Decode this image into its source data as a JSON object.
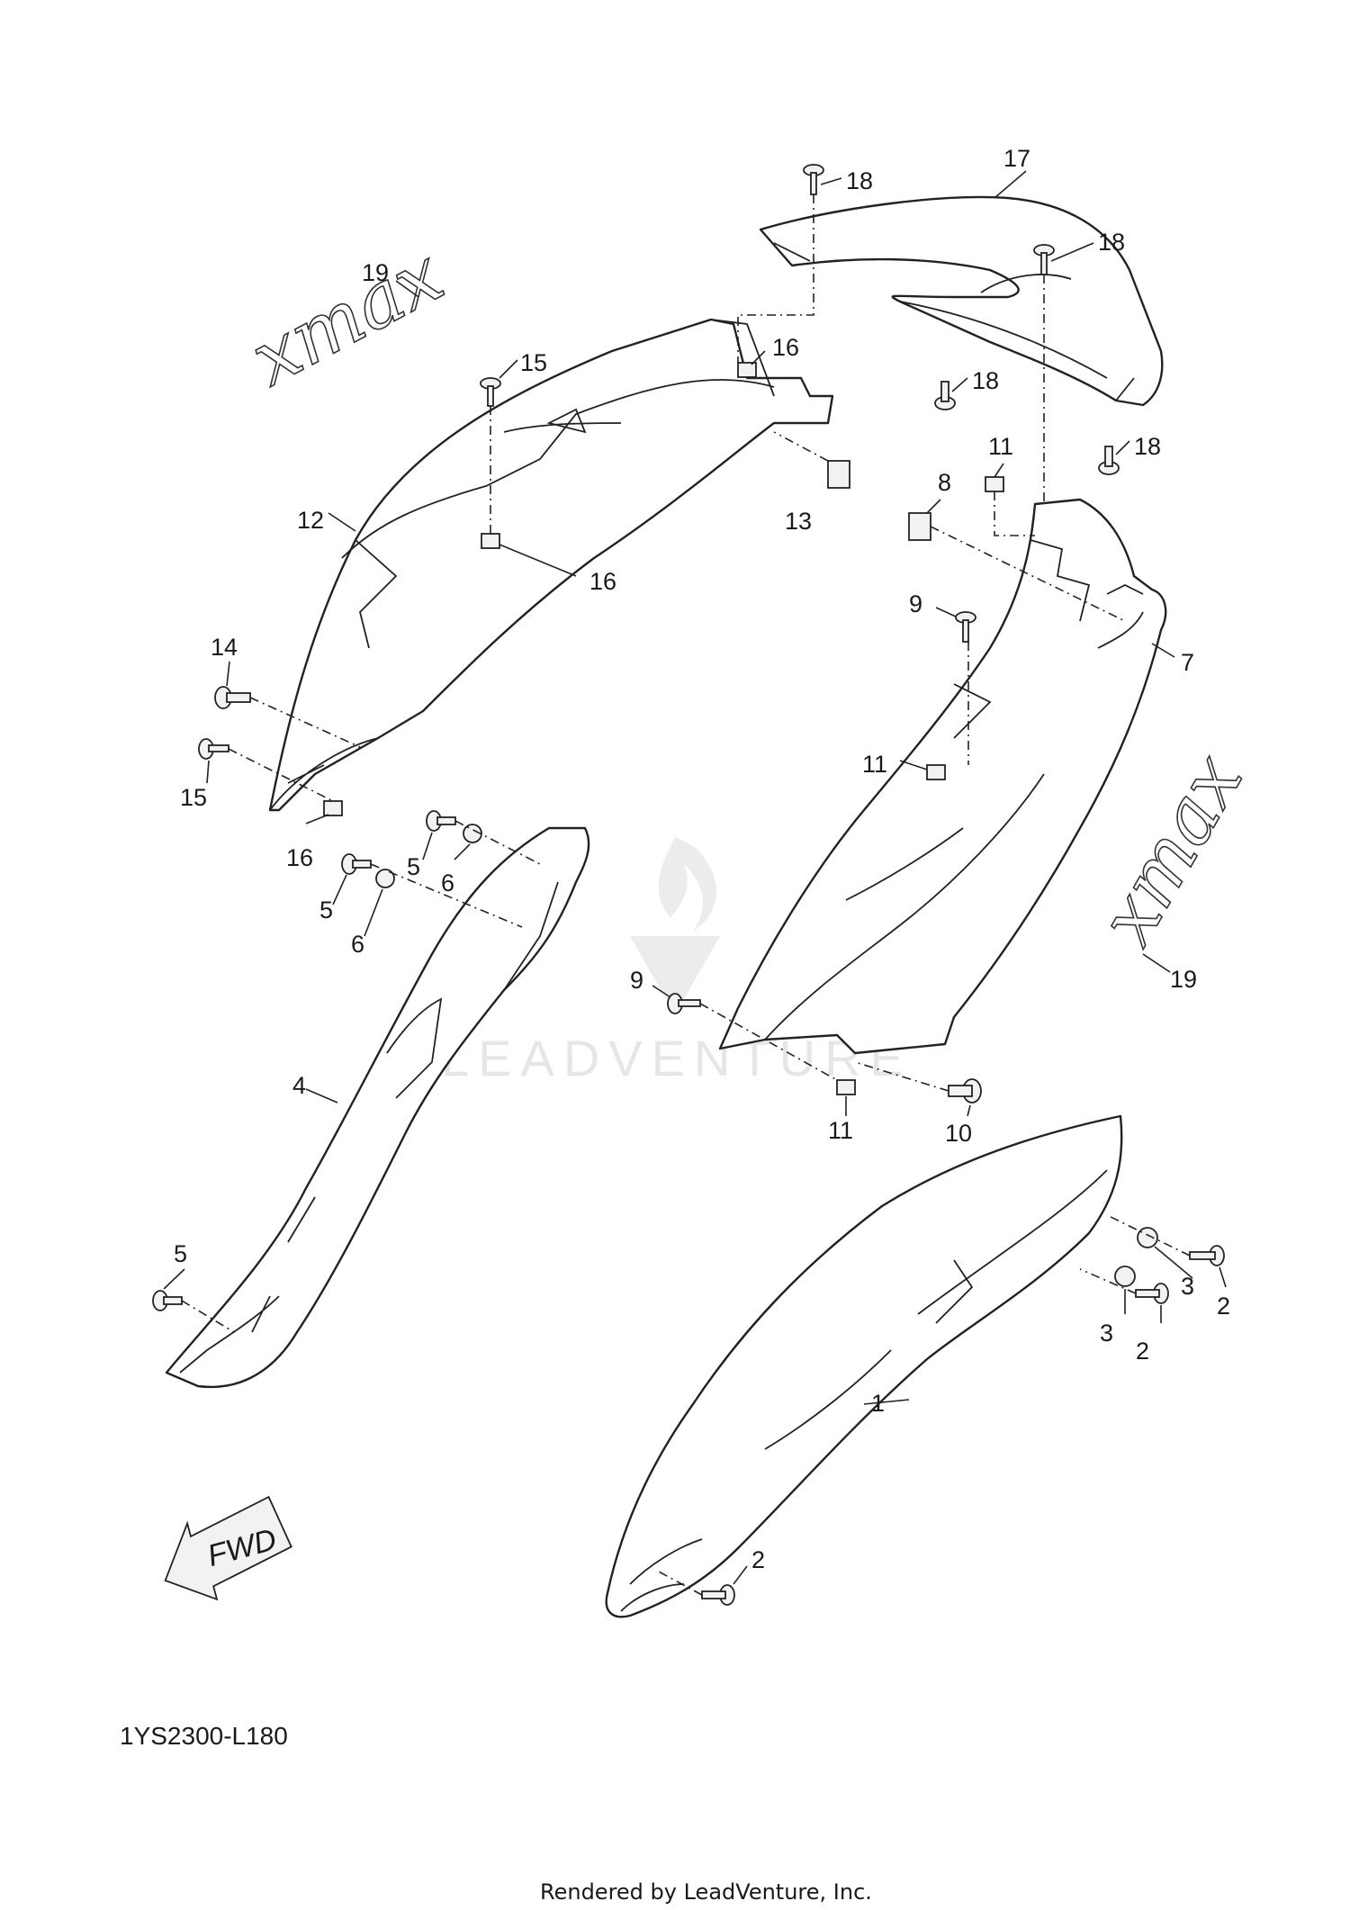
{
  "diagram_code": "1YS2300-L180",
  "credit": "Rendered by LeadVenture, Inc.",
  "watermark": "LEADVENTURE",
  "fwd_label": "FWD",
  "emblem_text": "xmax",
  "callouts": [
    {
      "id": "c17",
      "label": "17"
    },
    {
      "id": "c18a",
      "label": "18"
    },
    {
      "id": "c18b",
      "label": "18"
    },
    {
      "id": "c18c",
      "label": "18"
    },
    {
      "id": "c18d",
      "label": "18"
    },
    {
      "id": "c19a",
      "label": "19"
    },
    {
      "id": "c15a",
      "label": "15"
    },
    {
      "id": "c16a",
      "label": "16"
    },
    {
      "id": "c12",
      "label": "12"
    },
    {
      "id": "c13",
      "label": "13"
    },
    {
      "id": "c16b",
      "label": "16"
    },
    {
      "id": "c11a",
      "label": "11"
    },
    {
      "id": "c8",
      "label": "8"
    },
    {
      "id": "c9a",
      "label": "9"
    },
    {
      "id": "c7",
      "label": "7"
    },
    {
      "id": "c14",
      "label": "14"
    },
    {
      "id": "c15b",
      "label": "15"
    },
    {
      "id": "c16c",
      "label": "16"
    },
    {
      "id": "c11b",
      "label": "11"
    },
    {
      "id": "c5a",
      "label": "5"
    },
    {
      "id": "c6a",
      "label": "6"
    },
    {
      "id": "c5b",
      "label": "5"
    },
    {
      "id": "c6b",
      "label": "6"
    },
    {
      "id": "c19b",
      "label": "19"
    },
    {
      "id": "c9b",
      "label": "9"
    },
    {
      "id": "c4",
      "label": "4"
    },
    {
      "id": "c11c",
      "label": "11"
    },
    {
      "id": "c10",
      "label": "10"
    },
    {
      "id": "c3a",
      "label": "3"
    },
    {
      "id": "c2a",
      "label": "2"
    },
    {
      "id": "c3b",
      "label": "3"
    },
    {
      "id": "c2b",
      "label": "2"
    },
    {
      "id": "c5c",
      "label": "5"
    },
    {
      "id": "c1",
      "label": "1"
    },
    {
      "id": "c2c",
      "label": "2"
    }
  ]
}
